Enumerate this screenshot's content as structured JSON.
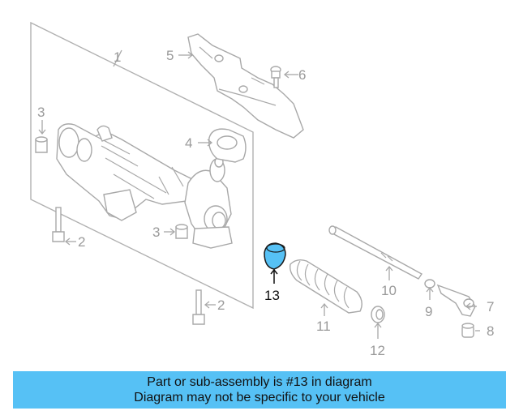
{
  "diagram": {
    "callouts": [
      {
        "id": "1",
        "label": "1"
      },
      {
        "id": "2a",
        "label": "2"
      },
      {
        "id": "2b",
        "label": "2"
      },
      {
        "id": "3a",
        "label": "3"
      },
      {
        "id": "3b",
        "label": "3"
      },
      {
        "id": "4",
        "label": "4"
      },
      {
        "id": "5",
        "label": "5"
      },
      {
        "id": "6",
        "label": "6"
      },
      {
        "id": "7",
        "label": "7"
      },
      {
        "id": "8",
        "label": "8"
      },
      {
        "id": "9",
        "label": "9"
      },
      {
        "id": "10",
        "label": "10"
      },
      {
        "id": "11",
        "label": "11"
      },
      {
        "id": "12",
        "label": "12"
      },
      {
        "id": "13",
        "label": "13"
      }
    ],
    "highlighted_part": "13",
    "highlight_color": "#56c1f5"
  },
  "caption": {
    "line1": "Part or sub-assembly is #13 in diagram",
    "line2": "Diagram may not be specific to your vehicle",
    "background_color": "#56c1f5"
  }
}
